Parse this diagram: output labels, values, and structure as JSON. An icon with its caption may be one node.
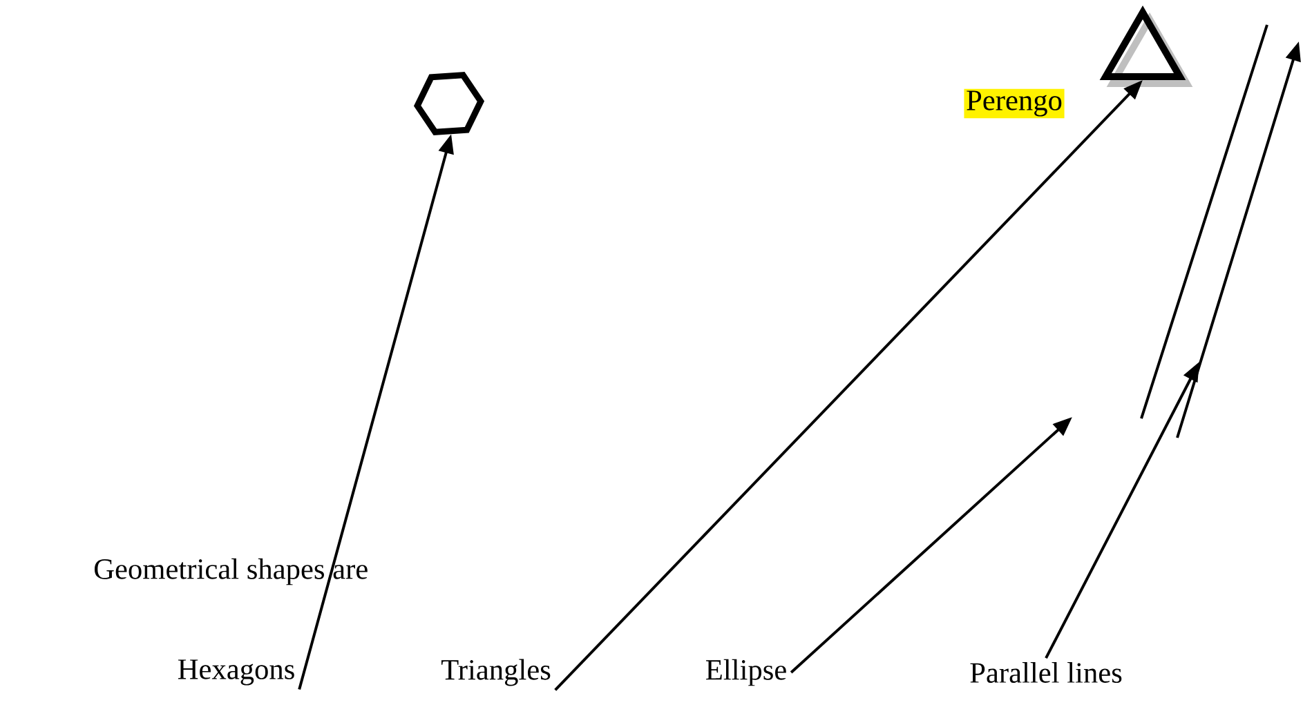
{
  "diagram": {
    "nodes": [
      {
        "text": [],
        "shape": "hexagon"
      },
      {
        "text": [],
        "shape": "triangle"
      },
      {
        "text": [
          "Hexagons"
        ]
      },
      {
        "text": [
          "Triangles"
        ]
      },
      {
        "text": [
          "Ellipse"
        ]
      },
      {
        "text": [
          "Parallel lines"
        ]
      }
    ],
    "edges": [
      {
        "from": 2,
        "to": 0,
        "arrow": "to"
      },
      {
        "from": 3,
        "to": 1,
        "arrow": "to"
      },
      {
        "from": 4,
        "to": null,
        "arrow": "to"
      },
      {
        "from": 5,
        "to": null,
        "arrow": "to"
      }
    ],
    "labels": [
      "Perengo",
      "Geometrical shapes are"
    ]
  }
}
